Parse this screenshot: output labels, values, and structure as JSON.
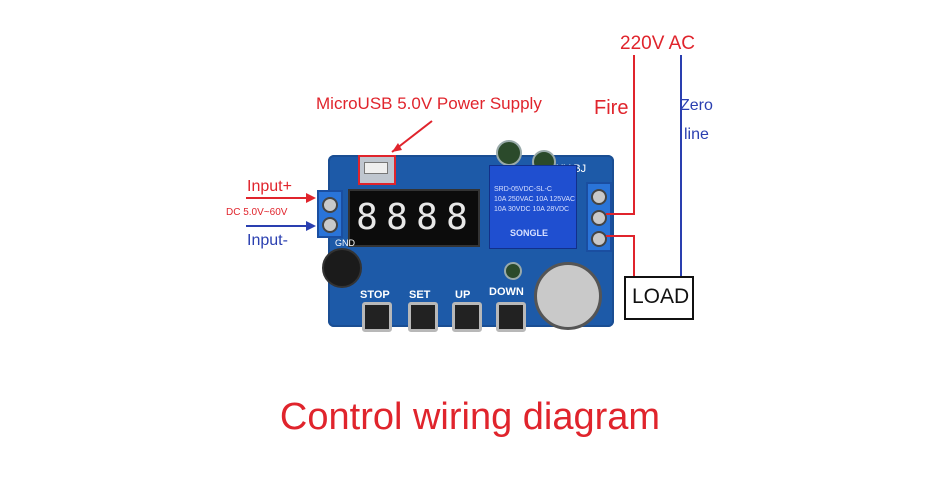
{
  "title": "Control wiring diagram",
  "labels": {
    "microusb": "MicroUSB 5.0V Power Supply",
    "ac": "220V AC",
    "fire": "Fire",
    "zero_line_1": "Zero",
    "zero_line_2": "line",
    "input_plus": "Input+",
    "input_minus": "Input-",
    "dc_range": "DC 5.0V~60V",
    "load": "LOAD"
  },
  "board": {
    "model": "XY-BJ",
    "gnd": "GND",
    "display_digits": [
      "8",
      "8",
      "8",
      "8"
    ],
    "buttons": [
      "STOP",
      "SET",
      "UP",
      "DOWN"
    ],
    "relay_text_1": "SRD-05VDC-SL-C",
    "relay_text_2": "10A 250VAC 10A 125VAC",
    "relay_text_3": "10A 30VDC 10A 28VDC",
    "relay_brand": "SONGLE"
  },
  "colors": {
    "annotation_red": "#e0242c",
    "neutral_blue": "#2a3fb0",
    "board_blue": "#1d5aa8"
  }
}
